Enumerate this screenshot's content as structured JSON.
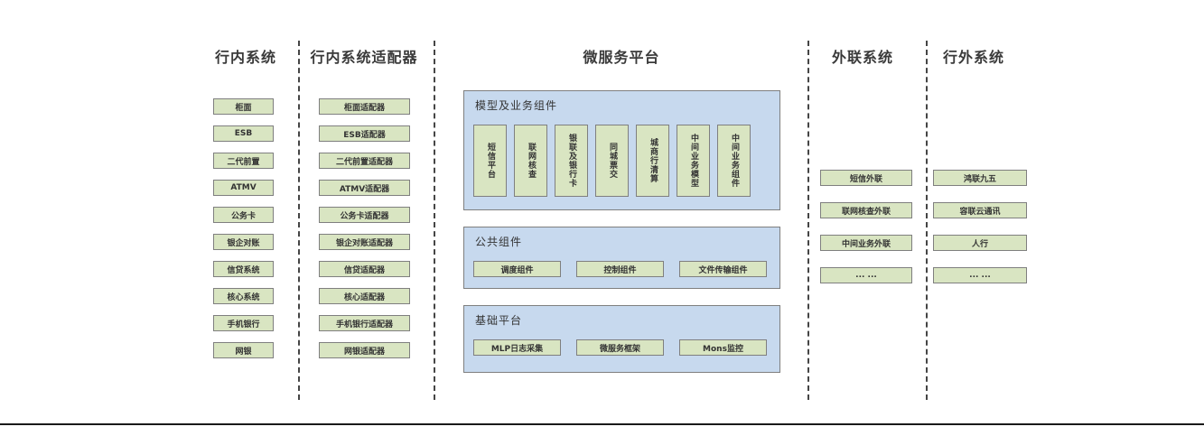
{
  "colors": {
    "box_fill": "#d9e5c2",
    "box_border": "#7f7f7f",
    "panel_fill": "#c7d9ee",
    "panel_border": "#7f7f7f",
    "line_color": "#454545",
    "text_color": "#3a3a3a"
  },
  "col_internal": {
    "title": "行内系统",
    "boxes": [
      "柜面",
      "ESB",
      "二代前置",
      "ATMV",
      "公务卡",
      "银企对账",
      "信贷系统",
      "核心系统",
      "手机银行",
      "网银"
    ]
  },
  "col_adapters": {
    "title": "行内系统适配器",
    "boxes": [
      "柜面适配器",
      "ESB适配器",
      "二代前置适配器",
      "ATMV适配器",
      "公务卡适配器",
      "银企对账适配器",
      "信贷适配器",
      "核心适配器",
      "手机银行适配器",
      "网银适配器"
    ]
  },
  "platform": {
    "title": "微服务平台",
    "model_section": {
      "label": "模型及业务组件",
      "boxes": [
        "短信平台",
        "联网核查",
        "银联及银行卡",
        "同城票交",
        "城商行清算",
        "中间业务模型",
        "中间业务组件"
      ]
    },
    "common_section": {
      "label": "公共组件",
      "boxes": [
        "调度组件",
        "控制组件",
        "文件传输组件"
      ]
    },
    "base_section": {
      "label": "基础平台",
      "boxes": [
        "MLP日志采集",
        "微服务框架",
        "Mons监控"
      ]
    }
  },
  "col_external": {
    "title": "外联系统",
    "boxes": [
      "短信外联",
      "联网核查外联",
      "中间业务外联",
      "... ..."
    ]
  },
  "col_outside": {
    "title": "行外系统",
    "boxes": [
      "鸿联九五",
      "容联云通讯",
      "人行",
      "... ..."
    ]
  }
}
